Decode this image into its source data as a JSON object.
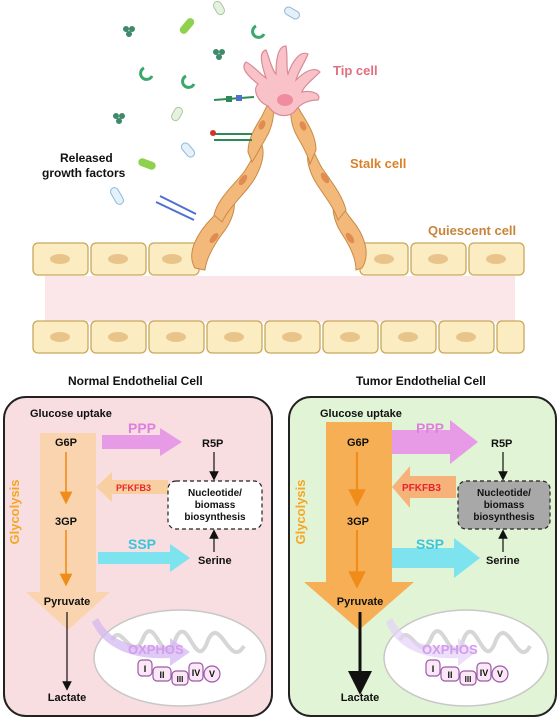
{
  "top": {
    "tip_cell_label": "Tip cell",
    "stalk_cell_label": "Stalk cell",
    "quiescent_cell_label": "Quiescent cell",
    "growth_factors_line1": "Released",
    "growth_factors_line2": "growth factors"
  },
  "panels": [
    {
      "title": "Normal Endothelial Cell",
      "glucose_uptake": "Glucose uptake",
      "g6p": "G6P",
      "threegp": "3GP",
      "pyruvate": "Pyruvate",
      "lactate": "Lactate",
      "glycolysis": "Glycolysis",
      "ppp": "PPP",
      "r5p": "R5P",
      "pfkfb3": "PFKFB3",
      "nucleotide_line1": "Nucleotide/",
      "nucleotide_line2": "biomass",
      "nucleotide_line3": "biosynthesis",
      "ssp": "SSP",
      "serine": "Serine",
      "oxphos": "OXPHOS",
      "complexes": [
        "I",
        "II",
        "III",
        "IV",
        "V"
      ]
    },
    {
      "title": "Tumor Endothelial Cell",
      "glucose_uptake": "Glucose uptake",
      "g6p": "G6P",
      "threegp": "3GP",
      "pyruvate": "Pyruvate",
      "lactate": "Lactate",
      "glycolysis": "Glycolysis",
      "ppp": "PPP",
      "r5p": "R5P",
      "pfkfb3": "PFKFB3",
      "nucleotide_line1": "Nucleotide/",
      "nucleotide_line2": "biomass",
      "nucleotide_line3": "biosynthesis",
      "ssp": "SSP",
      "serine": "Serine",
      "oxphos": "OXPHOS",
      "complexes": [
        "I",
        "II",
        "III",
        "IV",
        "V"
      ]
    }
  ],
  "colors": {
    "tip_label": "#e06f7f",
    "stalk_label": "#d9822b",
    "quiescent_label": "#c8843a",
    "glycolysis": "#f5a623",
    "ppp": "#e79be6",
    "ssp": "#7de3ef",
    "pfkfb3_text": "#e8232f",
    "normal_bg": "#f8dde1",
    "tumor_bg": "#e2f4d6"
  }
}
